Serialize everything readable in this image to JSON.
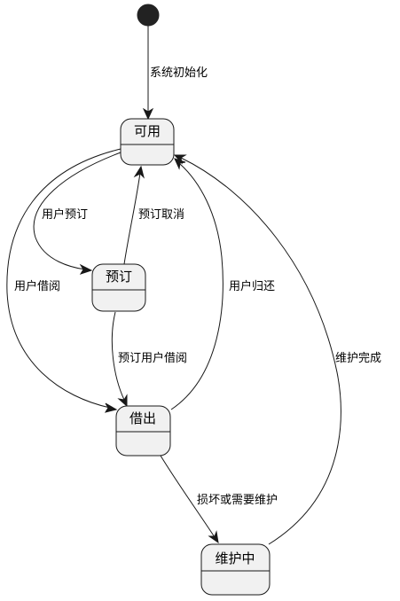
{
  "states": {
    "available": "可用",
    "reserved": "预订",
    "borrowed": "借出",
    "maintenance": "维护中"
  },
  "transitions": {
    "init": "系统初始化",
    "available_to_reserved": "用户预订",
    "reserved_to_available": "预订取消",
    "available_to_borrowed": "用户借阅",
    "borrowed_to_available": "用户归还",
    "reserved_to_borrowed": "预订用户借阅",
    "borrowed_to_maintenance": "损坏或需要维护",
    "maintenance_to_available": "维护完成"
  }
}
